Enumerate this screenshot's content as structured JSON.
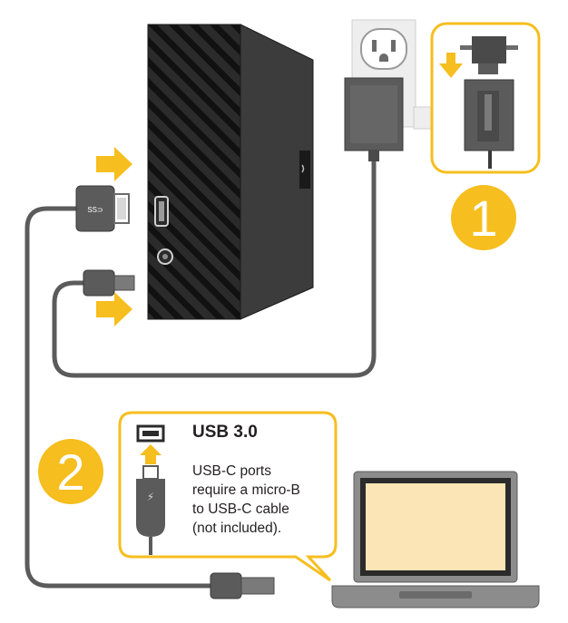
{
  "steps": [
    {
      "number": "1"
    },
    {
      "number": "2"
    }
  ],
  "callout": {
    "title": "USB 3.0",
    "lines": [
      "USB-C ports",
      "require a micro-B",
      "to USB-C cable",
      "(not included)."
    ]
  },
  "colors": {
    "accent_yellow": "#f6be1e",
    "drive_body": "#2b2b2b",
    "cable": "#5b5b5b",
    "laptop_screen": "#fbe5b6",
    "laptop_body": "#8c8c8c"
  }
}
